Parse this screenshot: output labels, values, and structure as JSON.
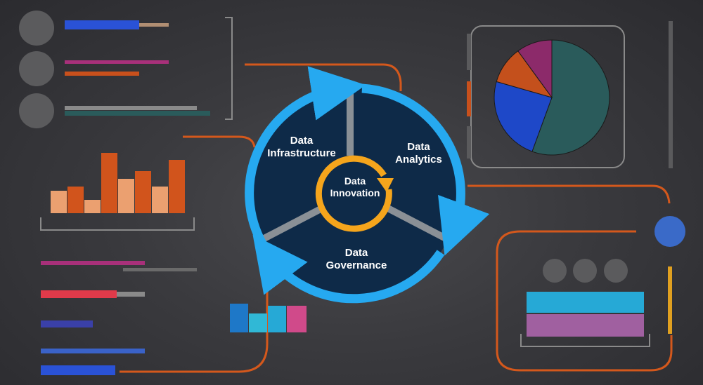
{
  "diagram": {
    "segments": [
      {
        "line1": "Data",
        "line2": "Infrastructure"
      },
      {
        "line1": "Data",
        "line2": "Analytics"
      },
      {
        "line1": "Data",
        "line2": "Governance"
      }
    ],
    "center": {
      "line1": "Data",
      "line2": "Innovation"
    }
  },
  "colors": {
    "segment_fill": "#0e2a48",
    "ring_blue": "#26a9f0",
    "center_ring": "#f5a51c",
    "divider": "#8a9096",
    "connector": "#d4581c",
    "bar_dark": "#d1541c",
    "bar_light": "#eba070",
    "pie_teal": "#2a5b5b",
    "pie_blue": "#1e48c8",
    "pie_orange": "#c4501c",
    "pie_magenta": "#8c2a6a"
  }
}
